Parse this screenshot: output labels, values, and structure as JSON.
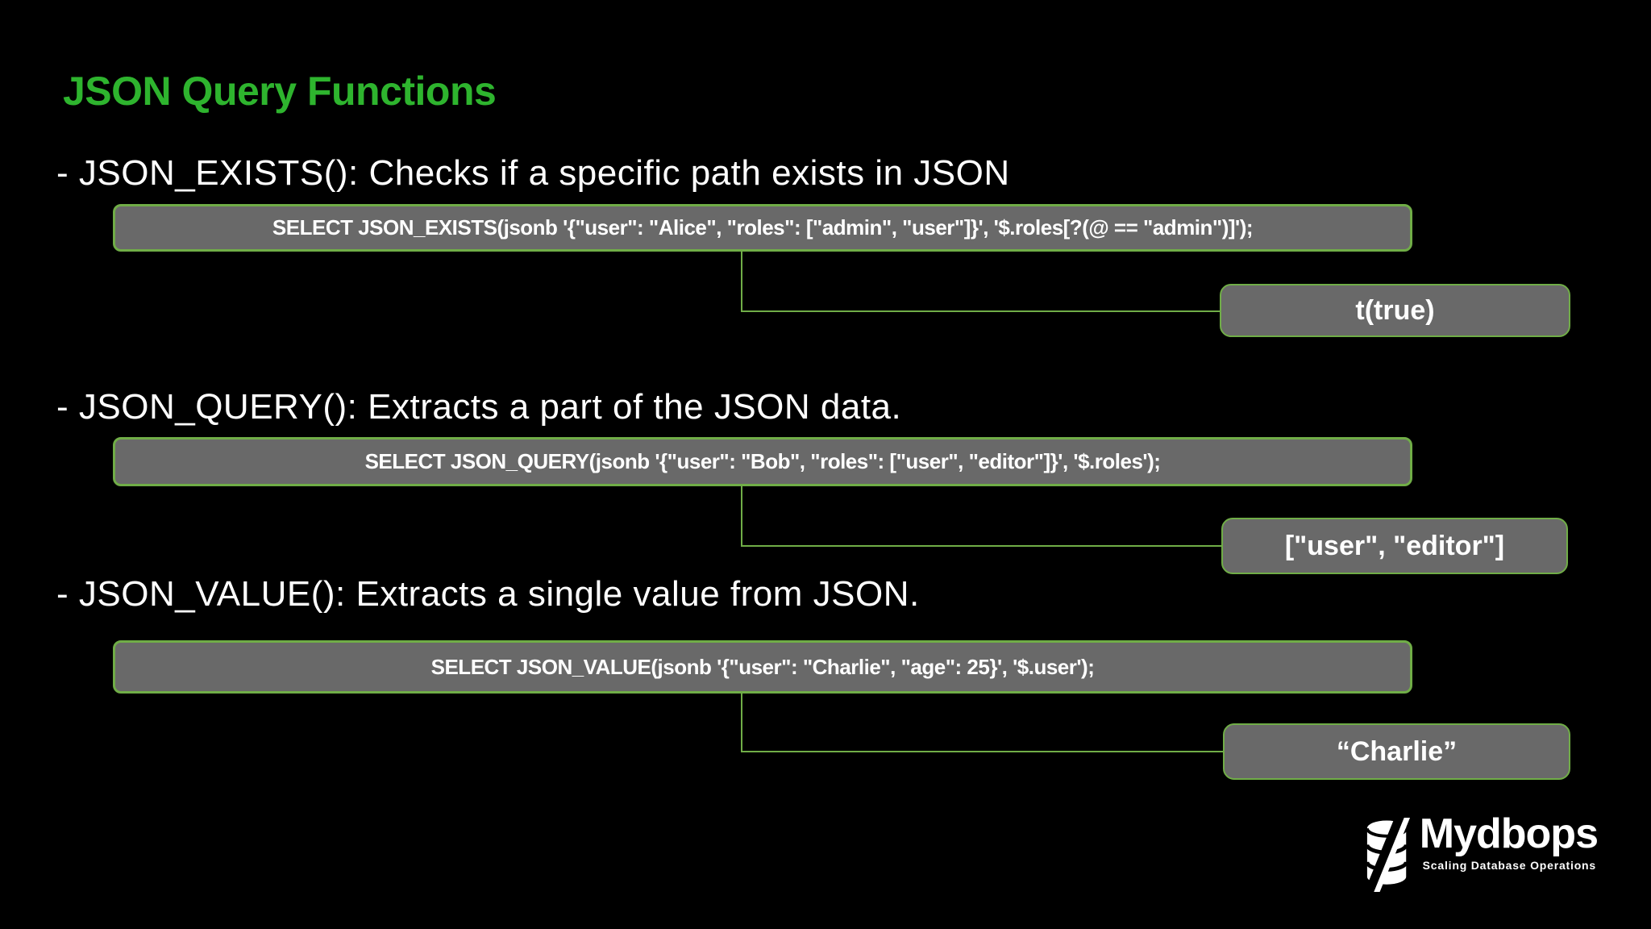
{
  "colors": {
    "accent_green": "#2eb42e",
    "line_green": "#70ad47",
    "box_gray": "#696969",
    "text_white": "#ffffff",
    "background": "#000000"
  },
  "slide": {
    "title": "JSON Query Functions"
  },
  "sections": [
    {
      "heading": "- JSON_EXISTS(): Checks if a specific path exists in JSON",
      "sql": "SELECT JSON_EXISTS(jsonb '{\"user\": \"Alice\", \"roles\": [\"admin\", \"user\"]}', '$.roles[?(@ == \"admin\")]');",
      "result": "t(true)"
    },
    {
      "heading": "- JSON_QUERY(): Extracts a part of the JSON data.",
      "sql": "SELECT JSON_QUERY(jsonb '{\"user\": \"Bob\", \"roles\": [\"user\", \"editor\"]}', '$.roles');",
      "result": "[\"user\", \"editor\"]"
    },
    {
      "heading": "- JSON_VALUE(): Extracts a single value from JSON.",
      "sql": "SELECT JSON_VALUE(jsonb '{\"user\": \"Charlie\", \"age\": 25}', '$.user');",
      "result": "“Charlie”"
    }
  ],
  "logo": {
    "name": "Mydbops",
    "tagline": "Scaling Database Operations"
  }
}
